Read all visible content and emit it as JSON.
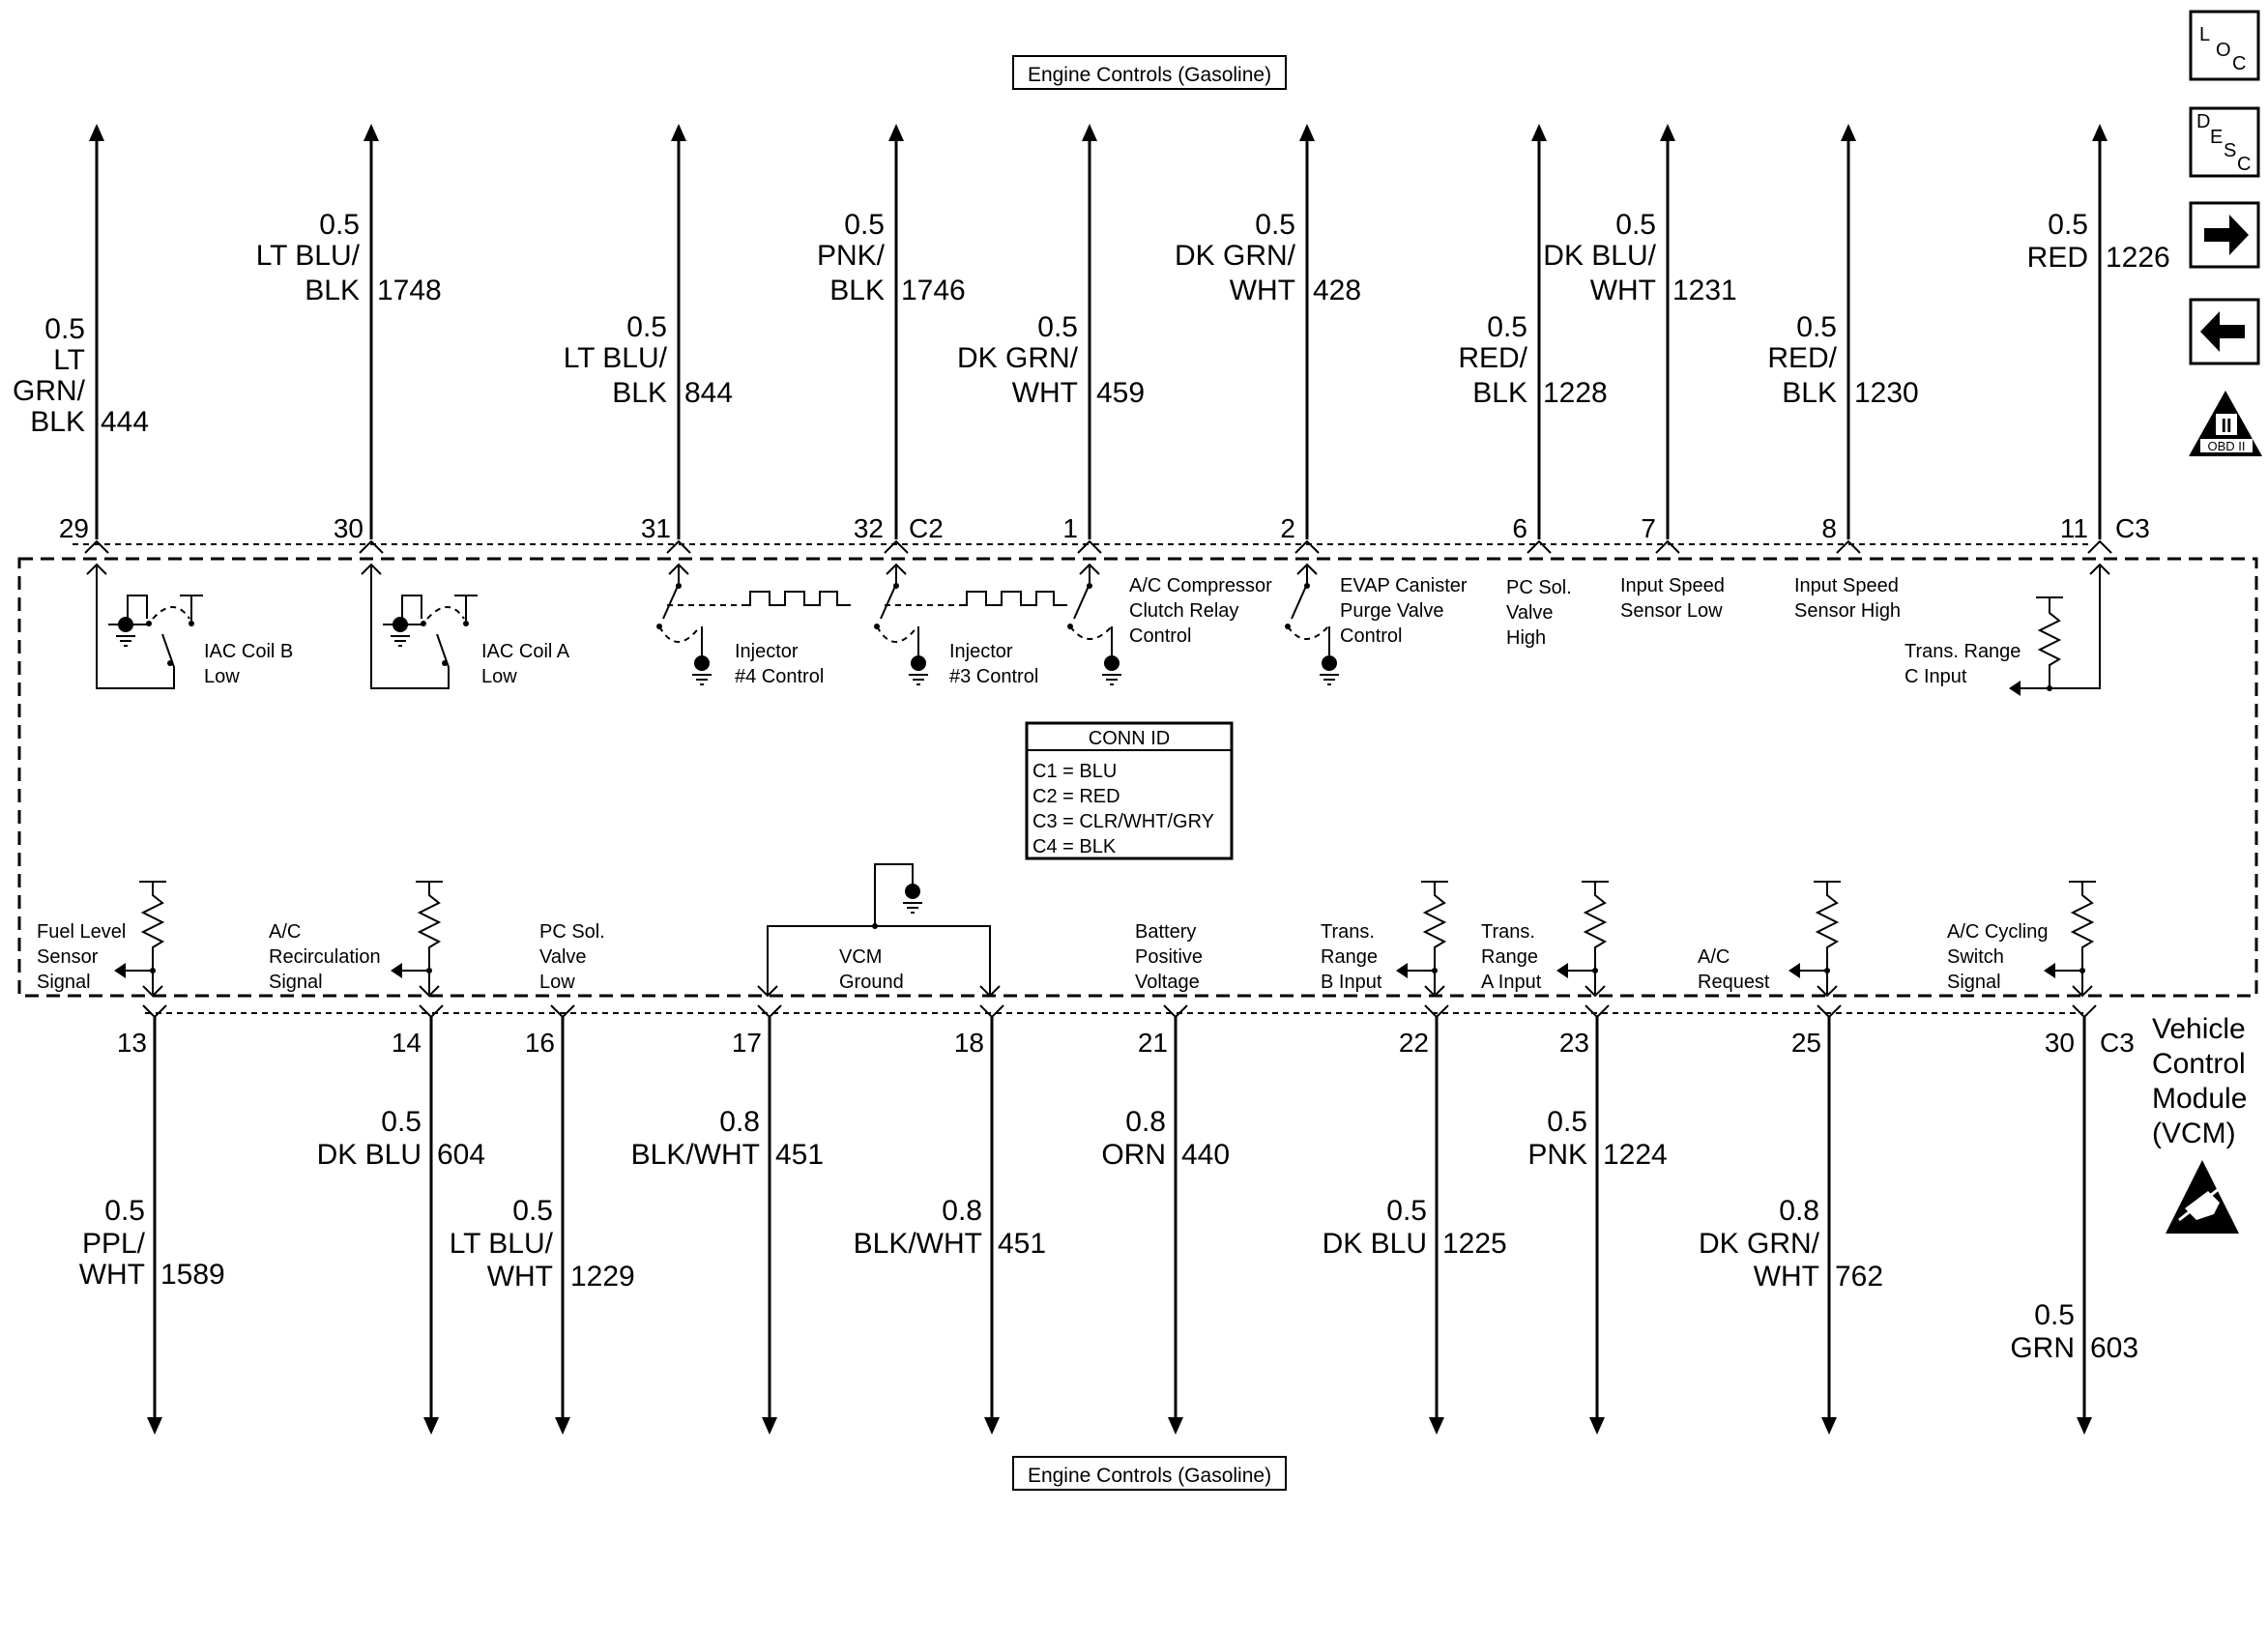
{
  "header": {
    "label": "Engine Controls (Gasoline)"
  },
  "footer": {
    "label": "Engine Controls (Gasoline)"
  },
  "side_icons": [
    {
      "name": "loc-icon",
      "letters": [
        "L",
        "O",
        "C"
      ]
    },
    {
      "name": "desc-icon",
      "letters": [
        "D",
        "E",
        "S",
        "C"
      ]
    },
    {
      "name": "next-arrow-icon",
      "glyph": "→"
    },
    {
      "name": "prev-arrow-icon",
      "glyph": "←"
    },
    {
      "name": "obd-ii-icon",
      "glyph": "II",
      "caption": "OBD II"
    }
  ],
  "top_connectors": [
    {
      "pin": "29"
    },
    {
      "pin": "30"
    },
    {
      "pin": "31"
    },
    {
      "pin": "32",
      "conn": "C2"
    },
    {
      "pin": "1"
    },
    {
      "pin": "2"
    },
    {
      "pin": "6"
    },
    {
      "pin": "7"
    },
    {
      "pin": "8"
    },
    {
      "pin": "11",
      "conn": "C3"
    }
  ],
  "top_wires": [
    {
      "size": "0.5",
      "color": [
        "LT",
        "GRN/",
        "BLK"
      ],
      "circuit": "444"
    },
    {
      "size": "0.5",
      "color": [
        "LT BLU/",
        "BLK"
      ],
      "circuit": "1748"
    },
    {
      "size": "0.5",
      "color": [
        "LT BLU/",
        "BLK"
      ],
      "circuit": "844"
    },
    {
      "size": "0.5",
      "color": [
        "PNK/",
        "BLK"
      ],
      "circuit": "1746"
    },
    {
      "size": "0.5",
      "color": [
        "DK GRN/",
        "WHT"
      ],
      "circuit": "459"
    },
    {
      "size": "0.5",
      "color": [
        "DK GRN/",
        "WHT"
      ],
      "circuit": "428"
    },
    {
      "size": "0.5",
      "color": [
        "RED/",
        "BLK"
      ],
      "circuit": "1228"
    },
    {
      "size": "0.5",
      "color": [
        "DK BLU/",
        "WHT"
      ],
      "circuit": "1231"
    },
    {
      "size": "0.5",
      "color": [
        "RED/",
        "BLK"
      ],
      "circuit": "1230"
    },
    {
      "size": "0.5",
      "color": [
        "RED"
      ],
      "circuit": "1226"
    }
  ],
  "top_functions": [
    [
      "IAC Coil B",
      "Low"
    ],
    [
      "IAC Coil A",
      "Low"
    ],
    [
      "Injector",
      "#4 Control"
    ],
    [
      "Injector",
      "#3 Control"
    ],
    [
      "A/C Compressor",
      "Clutch Relay",
      "Control"
    ],
    [
      "EVAP Canister",
      "Purge Valve",
      "Control"
    ],
    [
      "PC Sol.",
      "Valve",
      "High"
    ],
    [
      "Input Speed",
      "Sensor Low"
    ],
    [
      "Input Speed",
      "Sensor High"
    ],
    [
      "Trans. Range",
      "C Input"
    ]
  ],
  "conn_id": {
    "title": "CONN ID",
    "rows": [
      "C1 = BLU",
      "C2 = RED",
      "C3 = CLR/WHT/GRY",
      "C4 = BLK"
    ]
  },
  "bottom_functions": [
    [
      "Fuel Level",
      "Sensor",
      "Signal"
    ],
    [
      "A/C",
      "Recirculation",
      "Signal"
    ],
    [
      "PC Sol.",
      "Valve",
      "Low"
    ],
    [
      "VCM",
      "Ground"
    ],
    [
      "Battery",
      "Positive",
      "Voltage"
    ],
    [
      "Trans.",
      "Range",
      "B Input"
    ],
    [
      "Trans.",
      "Range",
      "A Input"
    ],
    [
      "A/C",
      "Request"
    ],
    [
      "A/C Cycling",
      "Switch",
      "Signal"
    ]
  ],
  "bottom_connectors": [
    {
      "pin": "13"
    },
    {
      "pin": "14"
    },
    {
      "pin": "16"
    },
    {
      "pin": "17"
    },
    {
      "pin": "18"
    },
    {
      "pin": "21"
    },
    {
      "pin": "22"
    },
    {
      "pin": "23"
    },
    {
      "pin": "25"
    },
    {
      "pin": "30",
      "conn": "C3"
    }
  ],
  "bottom_wires": [
    {
      "size": "0.5",
      "color": [
        "PPL/",
        "WHT"
      ],
      "circuit": "1589"
    },
    {
      "size": "0.5",
      "color": [
        "DK BLU"
      ],
      "circuit": "604"
    },
    {
      "size": "0.5",
      "color": [
        "LT BLU/",
        "WHT"
      ],
      "circuit": "1229"
    },
    {
      "size": "0.8",
      "color": [
        "BLK/WHT"
      ],
      "circuit": "451"
    },
    {
      "size": "0.8",
      "color": [
        "BLK/WHT"
      ],
      "circuit": "451"
    },
    {
      "size": "0.8",
      "color": [
        "ORN"
      ],
      "circuit": "440"
    },
    {
      "size": "0.5",
      "color": [
        "DK BLU"
      ],
      "circuit": "1225"
    },
    {
      "size": "0.5",
      "color": [
        "PNK"
      ],
      "circuit": "1224"
    },
    {
      "size": "0.8",
      "color": [
        "DK GRN/",
        "WHT"
      ],
      "circuit": "762"
    },
    {
      "size": "0.5",
      "color": [
        "GRN"
      ],
      "circuit": "603"
    }
  ],
  "module": {
    "lines": [
      "Vehicle",
      "Control",
      "Module",
      "(VCM)"
    ]
  },
  "esd_icon": {
    "name": "esd-warning-icon"
  }
}
